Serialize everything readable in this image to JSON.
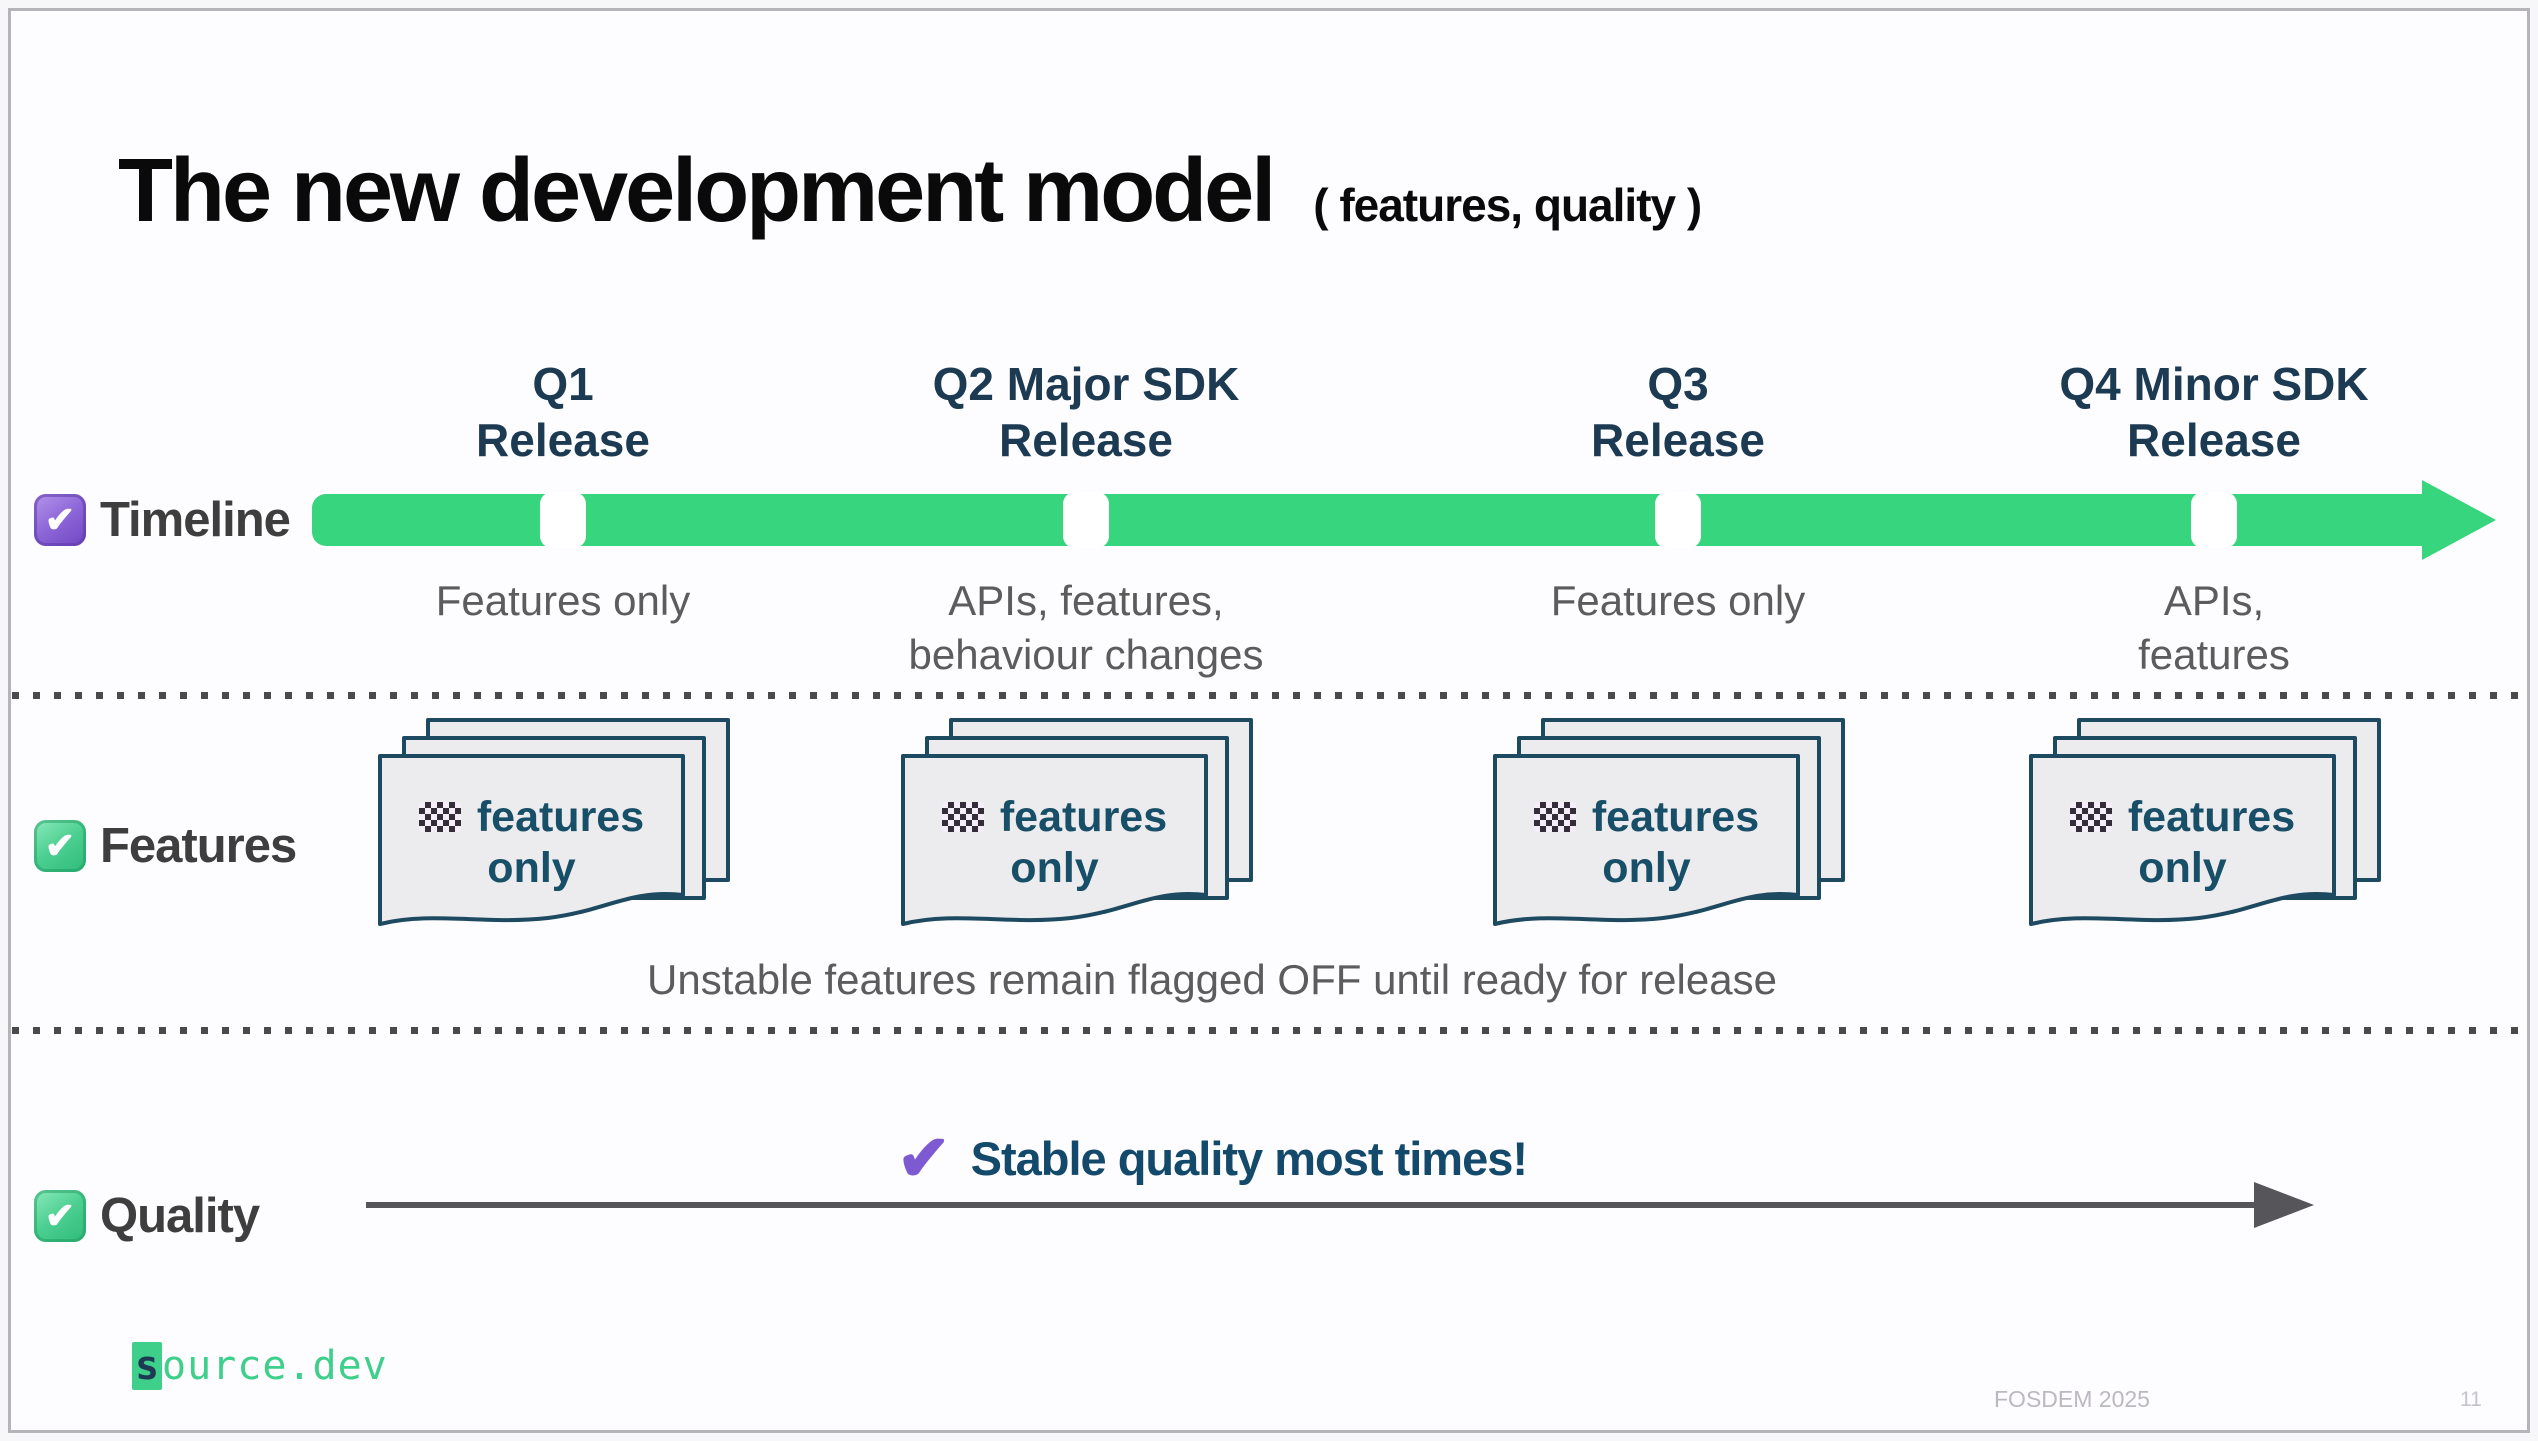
{
  "title": {
    "main": "The new development model",
    "subtitle": "( features, quality )"
  },
  "icons": {
    "checkbox_mark": "✔",
    "quality_check": "✔"
  },
  "colors": {
    "timeline_green": "#38d57f",
    "header_teal": "#1c3a52",
    "card_teal": "#174e68",
    "checkbox_purple": "#8d66d8",
    "checkbox_green": "#4bcf90",
    "quality_check_purple": "#7e5ad2",
    "gray_text": "#5c5c5c",
    "arrow_gray": "#56565a",
    "logo_green": "#3ecf8b",
    "logo_navy": "#1d3a52"
  },
  "rows": {
    "timeline": {
      "label": "Timeline"
    },
    "features": {
      "label": "Features"
    },
    "quality": {
      "label": "Quality"
    }
  },
  "milestones": [
    {
      "heading_line1": "Q1",
      "heading_line2": "Release",
      "sub_line1": "Features only",
      "sub_line2": ""
    },
    {
      "heading_line1": "Q2 Major SDK",
      "heading_line2": "Release",
      "sub_line1": "APIs, features,",
      "sub_line2": "behaviour changes"
    },
    {
      "heading_line1": "Q3",
      "heading_line2": "Release",
      "sub_line1": "Features only",
      "sub_line2": ""
    },
    {
      "heading_line1": "Q4 Minor SDK",
      "heading_line2": "Release",
      "sub_line1": "APIs,",
      "sub_line2": "features"
    }
  ],
  "features": {
    "cards": [
      {
        "line1": "features",
        "line2": "only"
      },
      {
        "line1": "features",
        "line2": "only"
      },
      {
        "line1": "features",
        "line2": "only"
      },
      {
        "line1": "features",
        "line2": "only"
      }
    ],
    "note": "Unstable features remain flagged OFF until ready for release"
  },
  "quality": {
    "note": "Stable quality most times!"
  },
  "footer": {
    "logo_s": "s",
    "logo_rest": "ource.dev",
    "event": "FOSDEM 2025",
    "page": "11"
  }
}
